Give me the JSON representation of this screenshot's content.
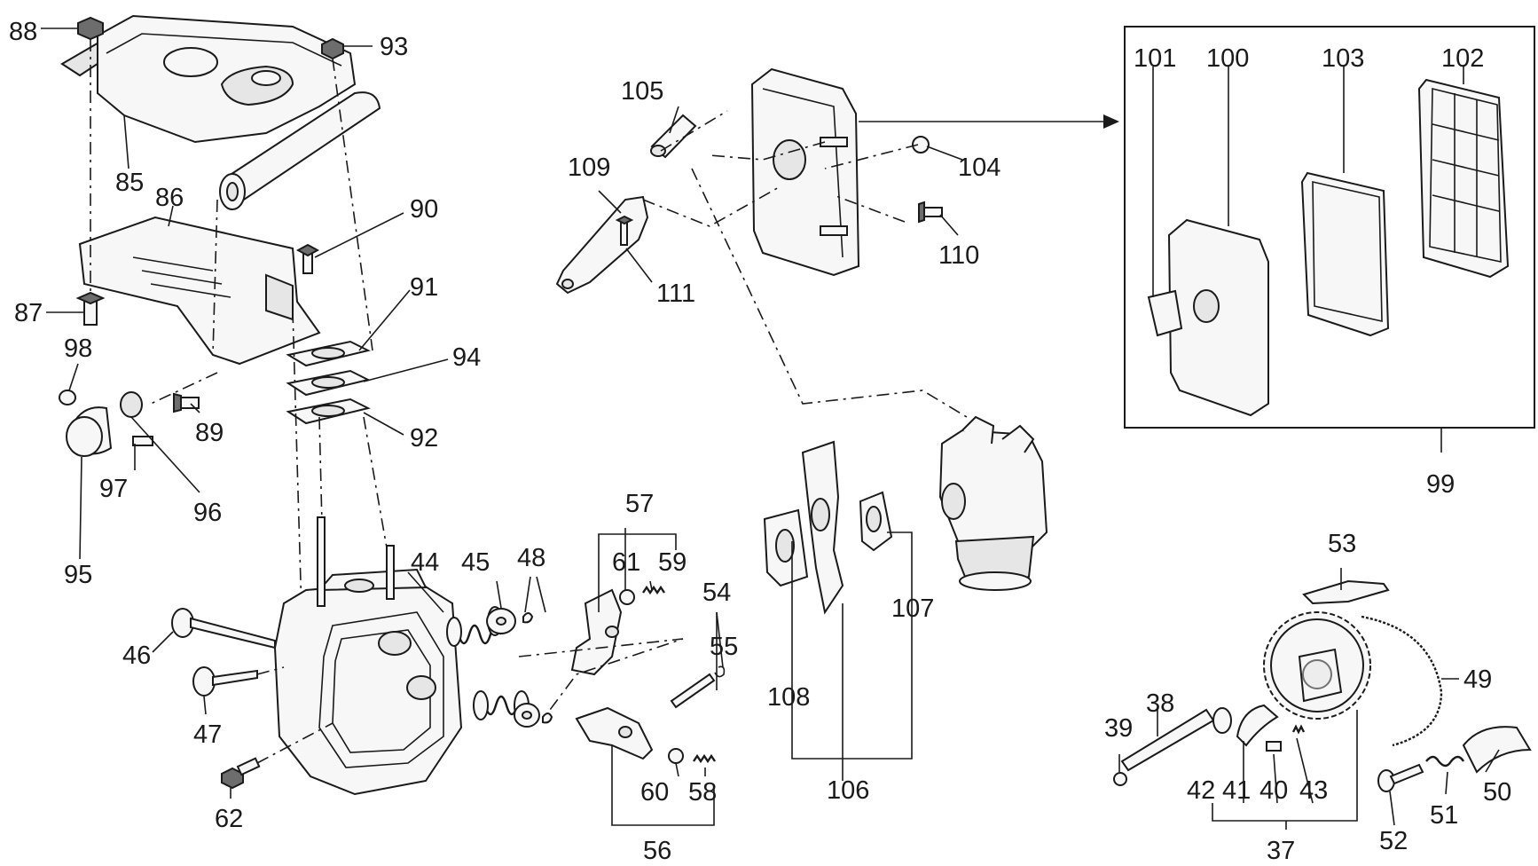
{
  "labels": {
    "p37": "37",
    "p38": "38",
    "p39": "39",
    "p40": "40",
    "p41": "41",
    "p42": "42",
    "p43": "43",
    "p44": "44",
    "p45": "45",
    "p46": "46",
    "p47": "47",
    "p48": "48",
    "p49": "49",
    "p50": "50",
    "p51": "51",
    "p52": "52",
    "p53": "53",
    "p54": "54",
    "p55": "55",
    "p56": "56",
    "p57": "57",
    "p58": "58",
    "p59": "59",
    "p60": "60",
    "p61": "61",
    "p62": "62",
    "p85": "85",
    "p86": "86",
    "p87": "87",
    "p88": "88",
    "p89": "89",
    "p90": "90",
    "p91": "91",
    "p92": "92",
    "p93": "93",
    "p94": "94",
    "p95": "95",
    "p96": "96",
    "p97": "97",
    "p98": "98",
    "p99": "99",
    "p100": "100",
    "p101": "101",
    "p102": "102",
    "p103": "103",
    "p104": "104",
    "p105": "105",
    "p106": "106",
    "p107": "107",
    "p108": "108",
    "p109": "109",
    "p110": "110",
    "p111": "111"
  }
}
